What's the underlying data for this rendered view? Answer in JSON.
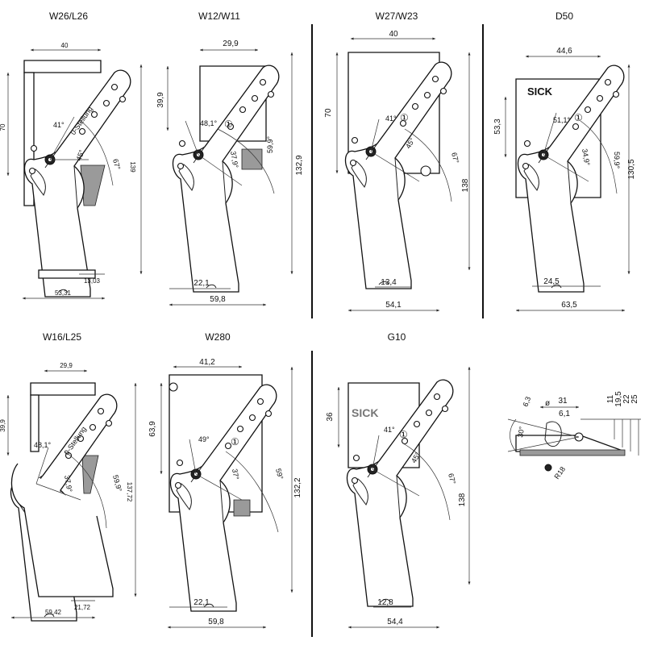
{
  "variants": [
    {
      "title": "W26/L26",
      "dims": [
        "40",
        "70",
        "139",
        "13,03",
        "53,31"
      ],
      "angles": [
        "41°",
        "45°",
        "67°"
      ],
      "notes": [
        "0-Stellung"
      ]
    },
    {
      "title": "W12/W11",
      "dims": [
        "29,9",
        "39,9",
        "132,9",
        "22,1",
        "59,8"
      ],
      "angles": [
        "48,1°",
        "37,9°",
        "59,9°"
      ],
      "markers": [
        "①"
      ]
    },
    {
      "title": "W27/W23",
      "dims": [
        "40",
        "70",
        "138",
        "13,4",
        "54,1"
      ],
      "angles": [
        "41°",
        "45°",
        "67°"
      ],
      "markers": [
        "①"
      ]
    },
    {
      "title": "D50",
      "dims": [
        "44,6",
        "53,3",
        "130,5",
        "24,5",
        "63,5"
      ],
      "angles": [
        "51,1°",
        "34,9°",
        "59,9°"
      ],
      "markers": [
        "①"
      ],
      "labels": [
        "SICK"
      ]
    },
    {
      "title": "W16/L25",
      "dims": [
        "29,9",
        "39,9",
        "137,72",
        "21,72",
        "59,42"
      ],
      "angles": [
        "48,1°",
        "37,9°",
        "59,9°"
      ],
      "notes": [
        "0-Stellung"
      ]
    },
    {
      "title": "W280",
      "dims": [
        "41,2",
        "63,9",
        "132,2",
        "22,1",
        "59,8"
      ],
      "angles": [
        "49°",
        "37°",
        "59°"
      ],
      "markers": [
        "①"
      ]
    },
    {
      "title": "G10",
      "dims": [
        "36",
        "138",
        "12,8",
        "54,4"
      ],
      "angles": [
        "41°",
        "45°",
        "67°"
      ],
      "markers": [
        "①"
      ],
      "labels": [
        "SICK"
      ]
    }
  ],
  "detail": {
    "dims": [
      "31",
      "6,1",
      "6,3",
      "30°",
      "R18",
      "11",
      "19,5",
      "22",
      "25"
    ],
    "symbols": [
      "ø"
    ]
  }
}
